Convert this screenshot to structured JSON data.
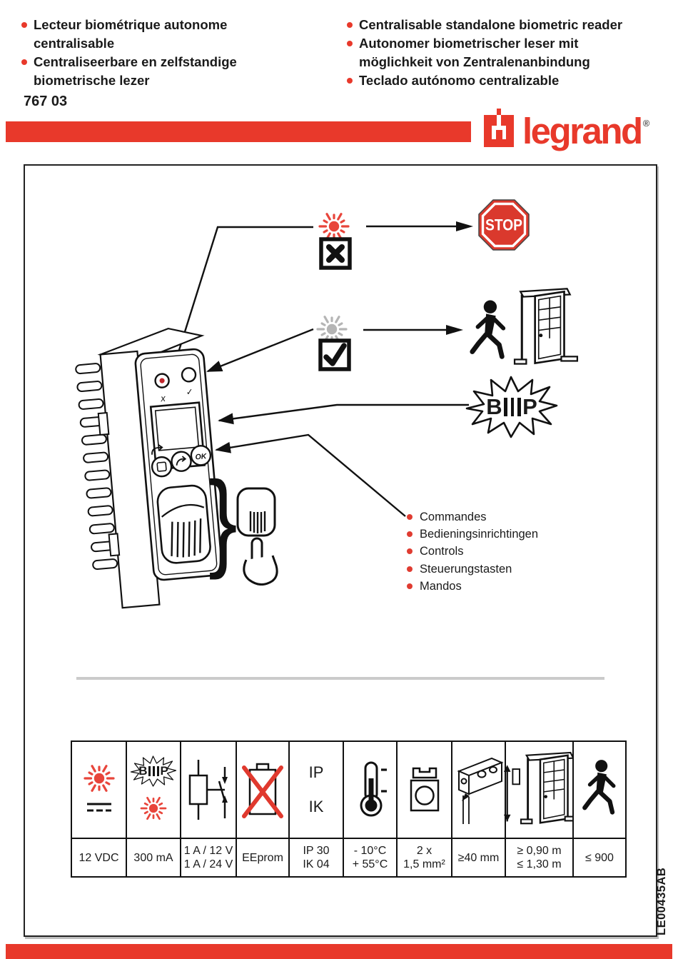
{
  "colors": {
    "accent_red": "#e8392b",
    "sun_red": "#e8453b",
    "sun_gray": "#b5b5b5",
    "stop_red": "#da392d",
    "divider_gray": "#cbcbcb"
  },
  "header": {
    "left_items": [
      "Lecteur biométrique autonome centralisable",
      "Centraliseerbare en zelfstandige biometrische lezer"
    ],
    "reference": "767 03",
    "right_items": [
      "Centralisable standalone biometric reader",
      "Autonomer biometrischer leser mit möglichkeit von Zentralenanbindung",
      "Teclado autónomo centralizable"
    ]
  },
  "logo": {
    "wordmark": "legrand",
    "registered": "®"
  },
  "diagram": {
    "stop_label": "STOP",
    "beep": {
      "b": "B",
      "p": "P"
    },
    "device": {
      "led_x_label": "x",
      "led_check_label": "✓",
      "ok_label": "OK"
    },
    "brace": "}",
    "commands": [
      "Commandes",
      "Bedieningsinrichtingen",
      "Controls",
      "Steuerungstasten",
      "Mandos"
    ]
  },
  "spec_table": {
    "cells": [
      {
        "icon": "power-led-dc-icon",
        "lines": [
          "12 VDC"
        ]
      },
      {
        "icon": "beep-led-icon",
        "lines": [
          "300 mA"
        ]
      },
      {
        "icon": "relay-contact-icon",
        "lines": [
          "1 A / 12 V",
          "1 A / 24 V"
        ]
      },
      {
        "icon": "no-battery-icon",
        "lines": [
          "EEprom"
        ]
      },
      {
        "icon": "ip-ik-text",
        "icon_text": [
          "IP",
          "IK"
        ],
        "lines": [
          "IP 30",
          "IK 04"
        ]
      },
      {
        "icon": "thermometer-icon",
        "lines": [
          "- 10°C",
          "+ 55°C"
        ]
      },
      {
        "icon": "cable-section-icon",
        "lines": [
          "2 x",
          "1,5 mm²"
        ]
      },
      {
        "icon": "flush-box-icon",
        "lines": [
          "≥40 mm"
        ]
      },
      {
        "icon": "door-height-icon",
        "lines": [
          "≥ 0,90 m",
          "≤ 1,30 m"
        ]
      },
      {
        "icon": "walking-person-icon",
        "lines": [
          "≤ 900"
        ]
      }
    ]
  },
  "footer_code": "LE00435AB"
}
